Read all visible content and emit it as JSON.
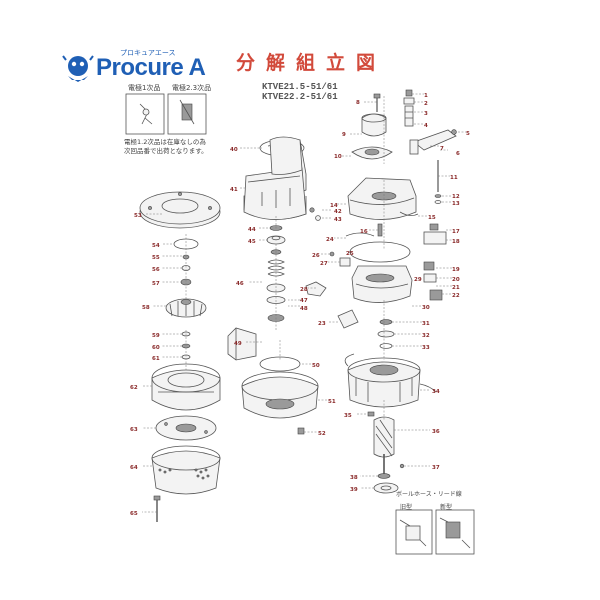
{
  "brand": {
    "name": "Procure A",
    "kana": "プロキュアエース",
    "color": "#1f5fb5"
  },
  "title": "分解組立図",
  "title_color": "#d24a3b",
  "models": [
    "KTVE21.5-51/61",
    "KTVE22.2-51/61"
  ],
  "electrode_legend": {
    "primary": "電極1次品",
    "secondary": "電極2.3次品"
  },
  "electrode_note": [
    "電極1.2次品は在庫なしの為",
    "次回品番で出荷となります。"
  ],
  "wiring_legend": {
    "old_type": "旧型",
    "new_type": "新型",
    "caption": "ボールホース・リード線"
  },
  "part_numbers": [
    "1",
    "2",
    "3",
    "4",
    "5",
    "6",
    "7",
    "8",
    "9",
    "10",
    "11",
    "12",
    "13",
    "14",
    "15",
    "16",
    "17",
    "18",
    "19",
    "20",
    "21",
    "22",
    "23",
    "24",
    "25",
    "26",
    "27",
    "28",
    "29",
    "30",
    "31",
    "32",
    "33",
    "34",
    "35",
    "36",
    "37",
    "38",
    "39",
    "40",
    "41",
    "42",
    "43",
    "44",
    "45",
    "46",
    "47",
    "48",
    "49",
    "50",
    "51",
    "52",
    "53",
    "54",
    "55",
    "56",
    "57",
    "58",
    "59",
    "60",
    "61",
    "62",
    "63",
    "64",
    "65"
  ]
}
